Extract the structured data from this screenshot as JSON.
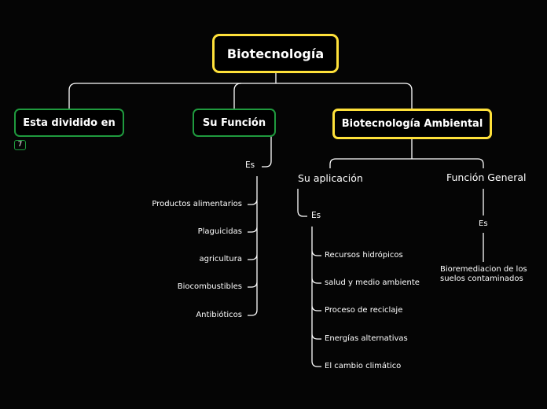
{
  "root": {
    "label": "Biotecnología"
  },
  "topics": {
    "divided": {
      "label": "Esta dividido en",
      "badge": "7"
    },
    "function": {
      "label": "Su Función"
    },
    "environmental": {
      "label": "Biotecnología Ambiental"
    }
  },
  "function_branch": {
    "connector": "Es",
    "items": [
      "Productos alimentarios",
      "Plaguicidas",
      "agricultura",
      "Biocombustibles",
      "Antibióticos"
    ]
  },
  "application_branch": {
    "label": "Su aplicación",
    "connector": "Es",
    "items": [
      "Recursos hidrópicos",
      "salud y medio ambiente",
      "Proceso de reciclaje",
      "Energías alternativas",
      "El cambio climático"
    ]
  },
  "general_function_branch": {
    "label": "Función General",
    "connector": "Es",
    "result": "Bioremediacion de los suelos contaminados"
  },
  "colors": {
    "background": "#050505",
    "root_border": "#ffe13a",
    "topic_border": "#1f9a3e",
    "line": "#ffffff"
  }
}
